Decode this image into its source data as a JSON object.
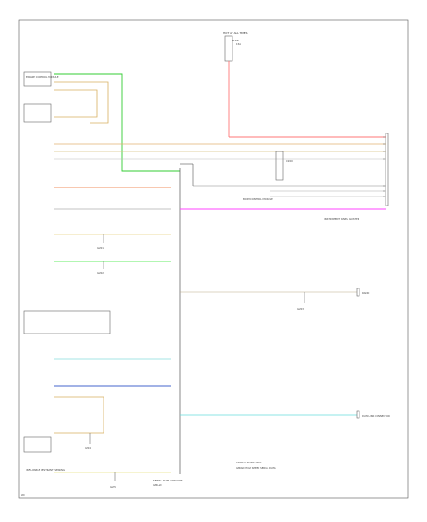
{
  "labels": {
    "top_fuse": "HOT AT ALL TIMES",
    "top_fuse_sub": "FUSE",
    "right_module_1": "BODY CONTROL MODULE",
    "right_module_2": "INSTRUMENT PANEL CLUSTER",
    "right_module_3": "RADIO",
    "right_module_4": "DATA LINK CONNECTOR",
    "left_module_top": "ENGINE CONTROL MODULE",
    "left_module_bottom": "INFLATABLE RESTRAINT SENSING",
    "ground_1": "G201",
    "ground_2": "G202",
    "ground_3": "G203",
    "ground_4": "G204",
    "ground_5": "G205",
    "ground_6": "G206",
    "bottom_caption": "SERIAL DATA CIRCUITS",
    "legend_1": "CLASS 2 SERIAL DATA",
    "legend_2": "GMLAN HIGH SPEED SERIAL DATA",
    "corner": "WD"
  },
  "colors": {
    "green": "#33cc33",
    "orange": "#f0a060",
    "tan": "#d8c070",
    "pink": "#ff44ff",
    "red": "#ff6666",
    "blue": "#4466cc",
    "cyan": "#66dddd",
    "lightgreen": "#66ee66",
    "yellow": "#e8e080",
    "gray": "#aaaaaa"
  }
}
